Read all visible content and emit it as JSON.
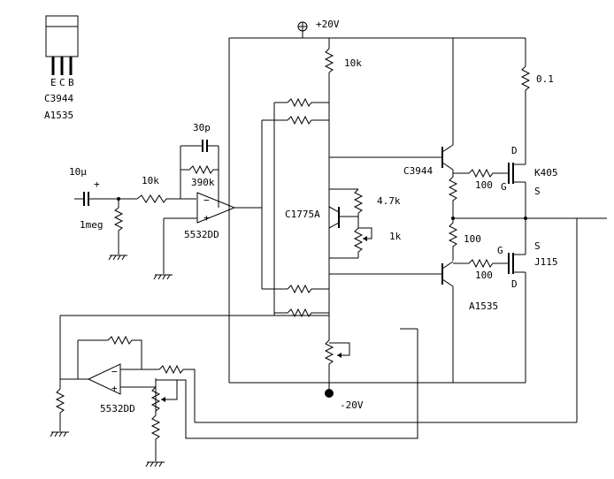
{
  "package": {
    "pins": [
      "E",
      "C",
      "B"
    ],
    "part_top": "C3944",
    "part_bottom": "A1535"
  },
  "supply": {
    "positive": "+20V",
    "negative": "-20V"
  },
  "labels": {
    "input_cap": "10μ",
    "input_plus": "+",
    "r_input_series": "10k",
    "r_input_bias": "1meg",
    "c_feedback": "30p",
    "r_feedback": "390k",
    "opamp_main": "5532DD",
    "opamp_servo": "5532DD",
    "r_top": "10k",
    "vbe_transistor": "C1775A",
    "r_vbe": "4.7k",
    "pot_vbe": "1k",
    "q_driver_top": "C3944",
    "q_driver_bottom": "A1535",
    "r_gate_top": "100",
    "r_gate_bottom": "100",
    "r_mid": "100",
    "r_source": "0.1",
    "mos_top": "K405",
    "mos_bottom": "J115",
    "mos_top_d": "D",
    "mos_top_g": "G",
    "mos_top_s": "S",
    "mos_bottom_s": "S",
    "mos_bottom_g": "G",
    "mos_bottom_d": "D"
  }
}
